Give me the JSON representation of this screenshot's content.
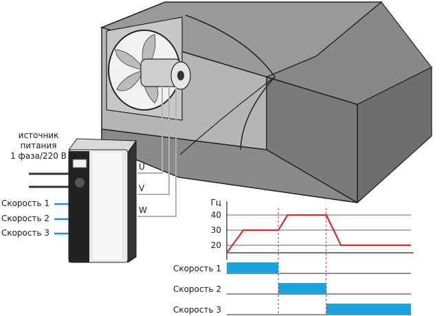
{
  "power_supply": {
    "line1": "источник",
    "line2": "питания",
    "line3": "1 фаза/220 В"
  },
  "inputs": [
    "Скорость 1",
    "Скорость 2",
    "Скорость 3"
  ],
  "phases": [
    "U",
    "V",
    "W"
  ],
  "chart_data": {
    "type": "line",
    "ylabel": "Гц",
    "yticks": [
      20,
      30,
      40
    ],
    "frequency_profile": {
      "x": [
        0,
        0.09,
        0.28,
        0.33,
        0.54,
        0.62,
        1.0
      ],
      "y": [
        15,
        30,
        30,
        40,
        40,
        20,
        20
      ]
    },
    "speed_rows": [
      {
        "label": "Скорость 1",
        "start": 0.0,
        "end": 0.28
      },
      {
        "label": "Скорость 2",
        "start": 0.28,
        "end": 0.54
      },
      {
        "label": "Скорость 3",
        "start": 0.54,
        "end": 1.0
      }
    ],
    "colors": {
      "line": "#e0262a",
      "bar": "#1aa3e0",
      "divider": "#c0262d"
    }
  }
}
